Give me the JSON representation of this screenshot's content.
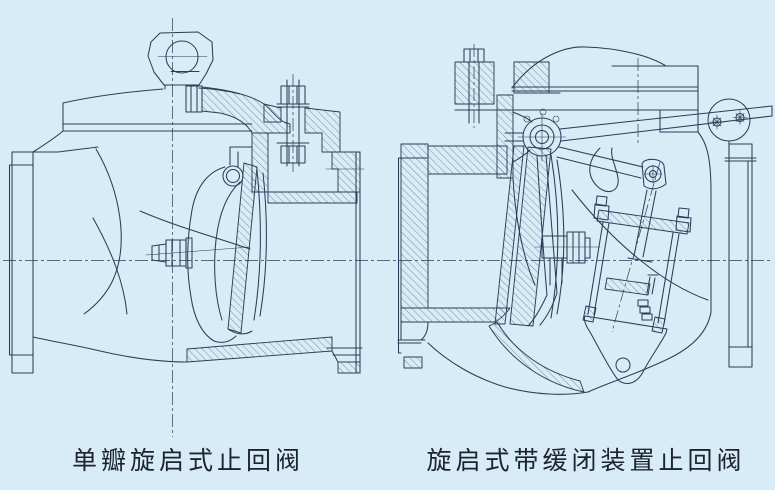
{
  "page": {
    "background_color": "#d7ecf6",
    "line_color": "#2d3c58",
    "text_color": "#1d2430"
  },
  "figures": [
    {
      "name": "single-disc-swing-check-valve",
      "caption": "单瓣旋启式止回阀"
    },
    {
      "name": "swing-check-valve-with-slow-closing-device",
      "caption": "旋启式带缓闭装置止回阀"
    }
  ]
}
